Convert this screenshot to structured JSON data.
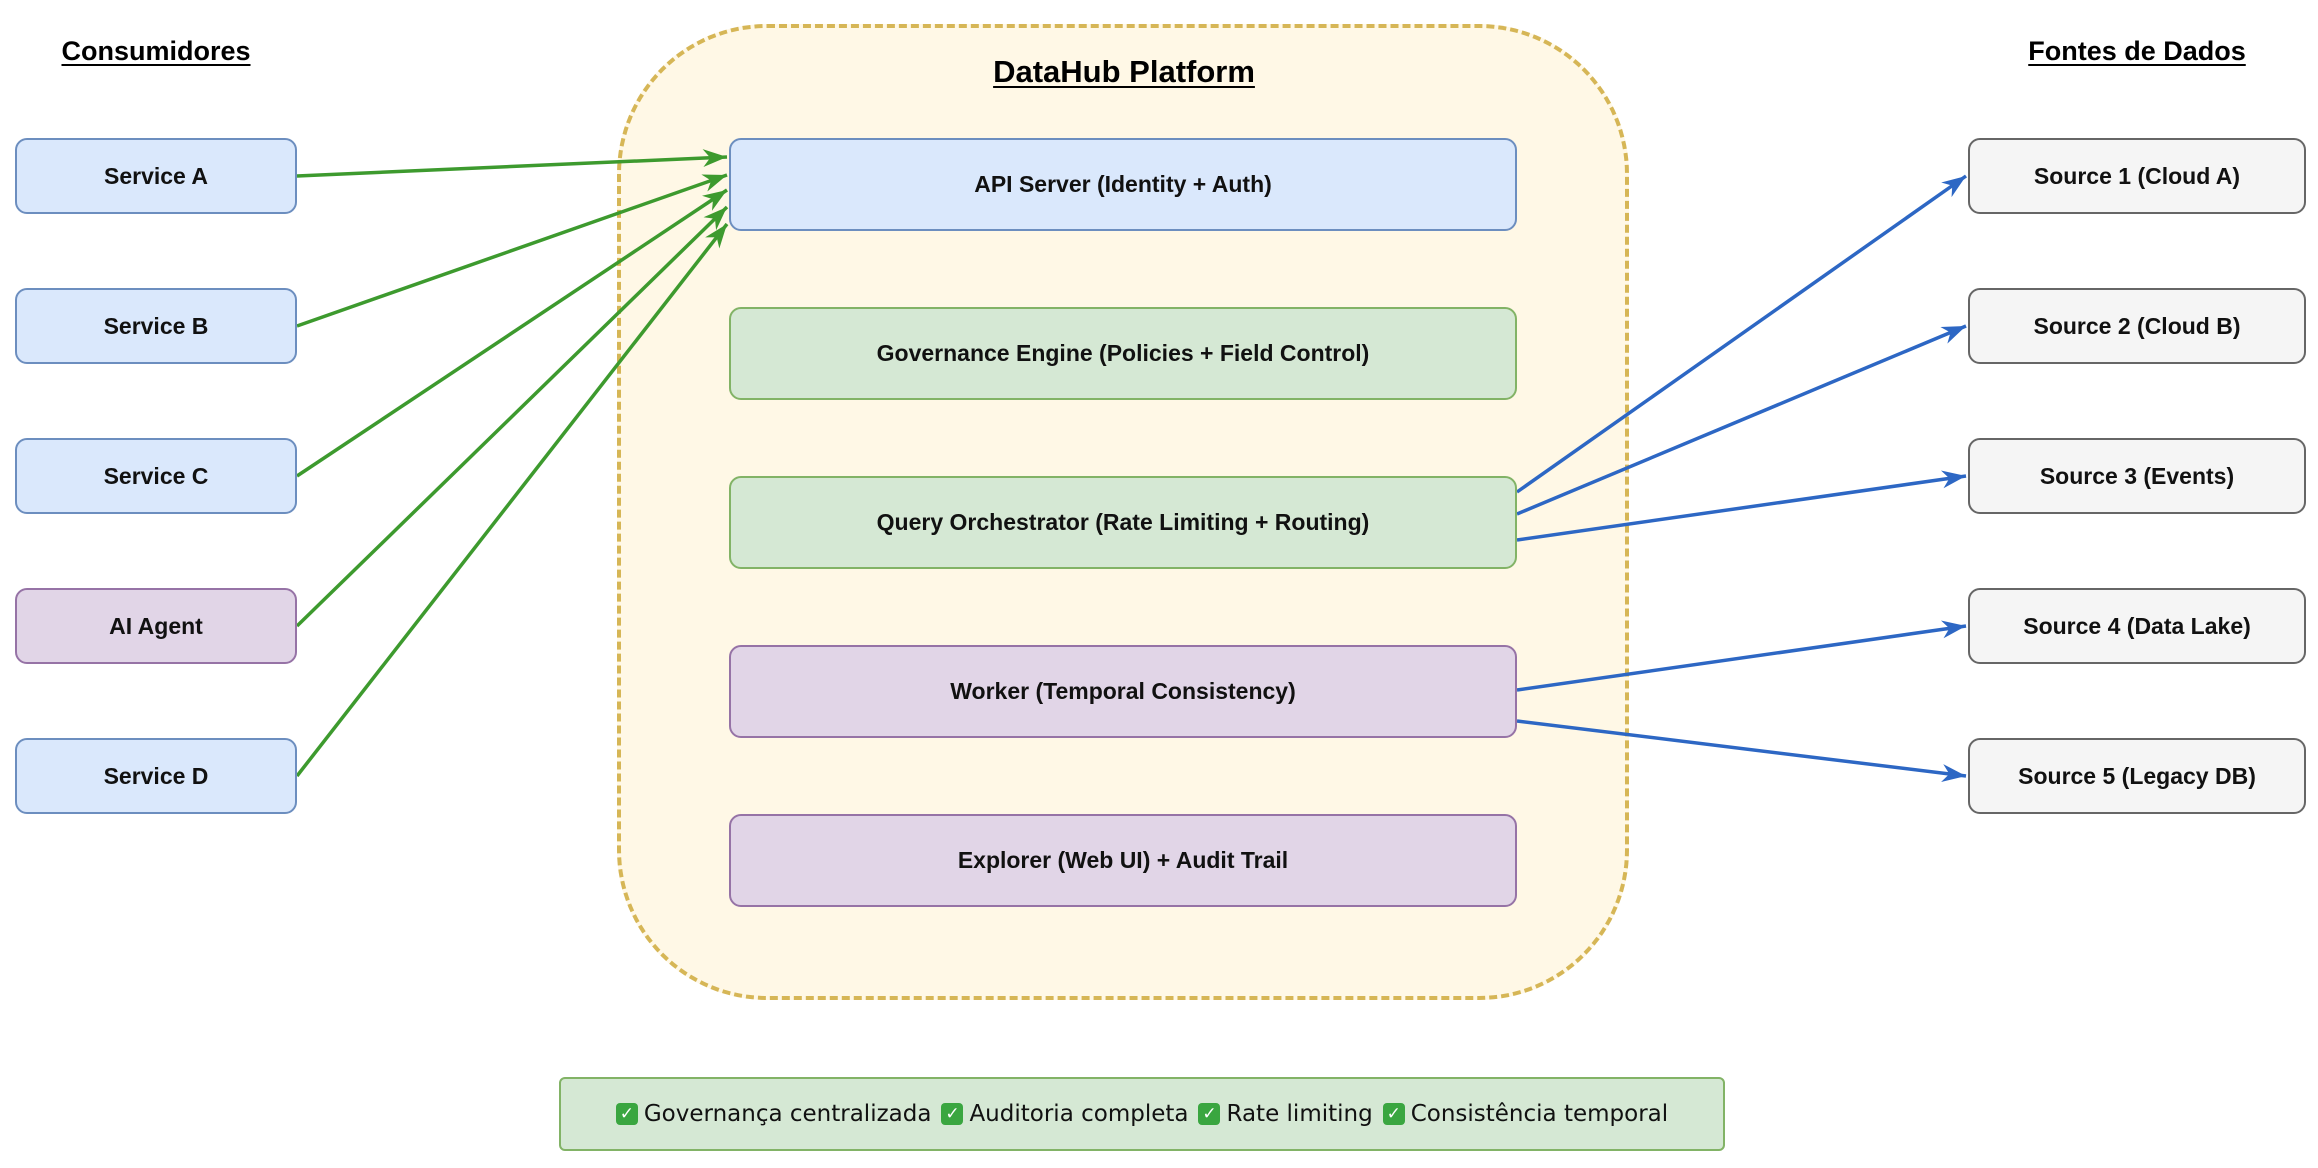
{
  "titles": {
    "consumers": "Consumidores",
    "platform": "DataHub Platform",
    "sources": "Fontes de Dados"
  },
  "consumers": [
    {
      "label": "Service A",
      "style": "blue"
    },
    {
      "label": "Service B",
      "style": "blue"
    },
    {
      "label": "Service C",
      "style": "blue"
    },
    {
      "label": "AI Agent",
      "style": "purple"
    },
    {
      "label": "Service D",
      "style": "blue"
    }
  ],
  "components": [
    {
      "label": "API Server (Identity + Auth)",
      "style": "blue"
    },
    {
      "label": "Governance Engine (Policies + Field Control)",
      "style": "green"
    },
    {
      "label": "Query Orchestrator (Rate Limiting + Routing)",
      "style": "green"
    },
    {
      "label": "Worker (Temporal Consistency)",
      "style": "purple"
    },
    {
      "label": "Explorer (Web UI) + Audit Trail",
      "style": "purple"
    }
  ],
  "sources": [
    {
      "label": "Source 1 (Cloud A)"
    },
    {
      "label": "Source 2 (Cloud B)"
    },
    {
      "label": "Source 3 (Events)"
    },
    {
      "label": "Source 4 (Data Lake)"
    },
    {
      "label": "Source 5 (Legacy DB)"
    }
  ],
  "edges": [
    {
      "from": "Service A",
      "to": "API Server (Identity + Auth)"
    },
    {
      "from": "Service B",
      "to": "API Server (Identity + Auth)"
    },
    {
      "from": "Service C",
      "to": "API Server (Identity + Auth)"
    },
    {
      "from": "AI Agent",
      "to": "API Server (Identity + Auth)"
    },
    {
      "from": "Service D",
      "to": "API Server (Identity + Auth)"
    },
    {
      "from": "Query Orchestrator (Rate Limiting + Routing)",
      "to": "Source 1 (Cloud A)"
    },
    {
      "from": "Query Orchestrator (Rate Limiting + Routing)",
      "to": "Source 2 (Cloud B)"
    },
    {
      "from": "Query Orchestrator (Rate Limiting + Routing)",
      "to": "Source 3 (Events)"
    },
    {
      "from": "Worker (Temporal Consistency)",
      "to": "Source 4 (Data Lake)"
    },
    {
      "from": "Worker (Temporal Consistency)",
      "to": "Source 5 (Legacy DB)"
    }
  ],
  "footer": {
    "items": [
      "Governança centralizada",
      "Auditoria completa",
      "Rate limiting",
      "Consistência temporal"
    ]
  },
  "colors": {
    "consumer_edge": "#3d9a2e",
    "source_edge": "#2d67c4",
    "platform_border": "#d6b656",
    "platform_fill": "#fff8e6"
  }
}
